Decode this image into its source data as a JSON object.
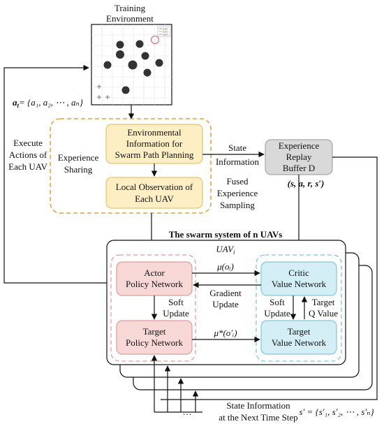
{
  "training": {
    "title_line1": "Training",
    "title_line2": "Environment",
    "legend": [
      "UAV1",
      "UAV2",
      "UAV3"
    ]
  },
  "action_formula": {
    "lhs": "a",
    "lhs_sub": "t",
    "rhs": "= {a₁, a₂, ⋯ , aₙ}"
  },
  "left_labels": {
    "execute": [
      "Execute",
      "Actions of",
      "Each UAV"
    ]
  },
  "sharing": {
    "label": [
      "Experience",
      "Sharing"
    ],
    "env_info": [
      "Environmental",
      "Information for",
      "Swarm Path Planning"
    ],
    "local_obs": [
      "Local Observation of",
      "Each UAV"
    ]
  },
  "state_info_label": [
    "State",
    "Information"
  ],
  "fused_label": [
    "Fused",
    "Experience",
    "Sampling"
  ],
  "replay": {
    "lines": [
      "Experience",
      "Replay",
      "Buffer D"
    ],
    "tuple": "(s, a, r, s′)"
  },
  "swarm": {
    "title": "The swarm system of n UAVs",
    "uav": "UAV",
    "uav_sub": "i"
  },
  "actor": [
    "Actor",
    "Policy Network"
  ],
  "target_policy": [
    "Target",
    "Policy Network"
  ],
  "critic": [
    "Critic",
    "Value Network"
  ],
  "target_value": [
    "Target",
    "Value Network"
  ],
  "mu_oi": "μ(oᵢ)",
  "mu_star": "μ*(o′ᵢ)",
  "gradient": [
    "Gradient",
    "Update"
  ],
  "soft_update_left": [
    "Soft",
    "Update"
  ],
  "soft_update_right": [
    "Soft",
    "Update"
  ],
  "target_q": [
    "Target",
    "Q Value"
  ],
  "next_state": [
    "State Information",
    "at the Next Time Step"
  ],
  "next_state_formula": "s′ = {s′₁, s′₂, ⋯ , s′ₙ}",
  "dots": "…",
  "colors": {
    "yellow_fill": "#fdeec3",
    "yellow_border": "#e8c468",
    "orange_dash": "#e2a23a",
    "red_fill": "#f8d7d7",
    "red_border": "#e39b9b",
    "red_dash": "#e79a9a",
    "blue_fill": "#d3eef5",
    "blue_border": "#86c7da",
    "blue_dash": "#7fc6de",
    "gray_fill": "#d9d9d9",
    "gray_border": "#a6a6a6"
  }
}
